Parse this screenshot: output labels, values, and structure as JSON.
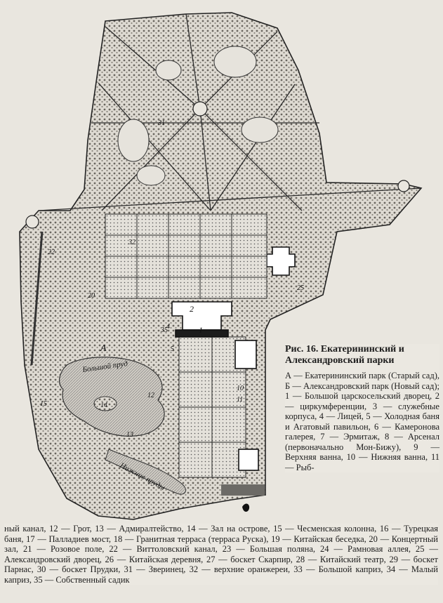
{
  "figure": {
    "title": "Рис. 16. Екатерининский и Александровский парки",
    "legend_side": "А — Екатерининский парк (Старый сад), Б — Александровский парк (Новый сад); 1 — Большой царскосельский дворец, 2 — циркумференции, 3 — служебные корпуса, 4 — Лицей, 5 — Холодная баня и Агатовый павильон, 6 — Камеронова галерея, 7 — Эрмитаж, 8 — Арсенал (первоначально Мон-Бижу), 9 — Верхняя ванна, 10 — Нижняя ванна, 11 — Рыб-",
    "legend_bottom": "ный канал, 12 — Грот, 13 — Адмиралтейство, 14 — Зал на острове, 15 — Чесменская колонна, 16 — Турецкая баня, 17 — Палладиев мост, 18 — Гранитная терраса (терраса Руска), 19 — Китайская беседка, 20 — Концертный зал, 21 — Розовое поле, 22 — Виттоловский канал, 23 — Большая поляна, 24 — Рамновая аллея, 25 — Александровский дворец, 26 — Китайская деревня, 27 — боскет Скарпир, 28 — Китайский театр, 29 — боскет Парнас, 30 — боскет Прудки, 31 — Зверинец, 32 — верхние оранжереи, 33 — Большой каприз, 34 — Малый каприз, 35 — Собственный садик"
  },
  "map_labels": {
    "pond": "Большой пруд",
    "lower_ponds": "Нижние пруды",
    "park_a": "А",
    "n1": "1",
    "n2": "2",
    "n4": "4",
    "n5": "5",
    "n10": "10",
    "n11": "11",
    "n12": "12",
    "n13": "13",
    "n14": "14",
    "n15": "15",
    "n20": "20",
    "n22": "22",
    "n25": "25",
    "n31": "31",
    "n32": "32",
    "n35": "35"
  },
  "icons": {
    "north_marker": "leaf-marker-icon"
  },
  "colors": {
    "paper": "#e9e6df",
    "ink": "#1c1c1c",
    "water": "#d3d0c8"
  }
}
